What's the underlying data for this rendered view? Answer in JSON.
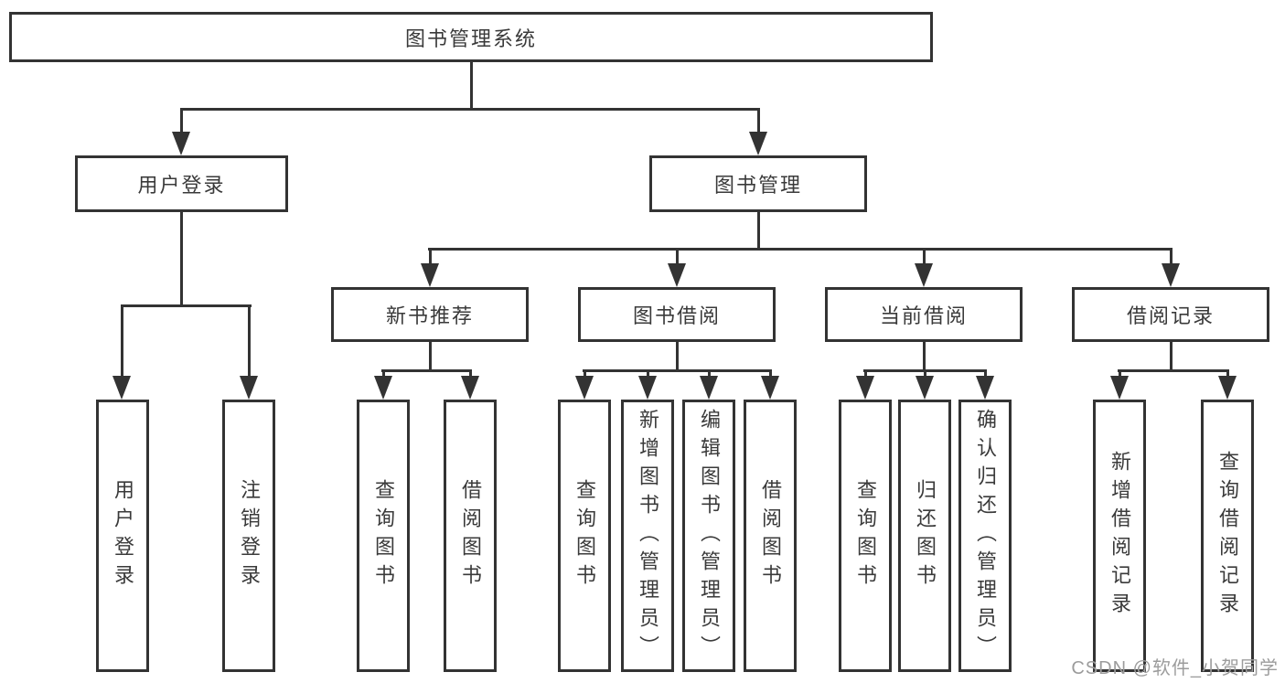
{
  "diagram": {
    "title": "图书管理系统",
    "branches": [
      {
        "label": "用户登录",
        "children": [
          {
            "label": "用户登录"
          },
          {
            "label": "注销登录"
          }
        ]
      },
      {
        "label": "图书管理",
        "children": [
          {
            "label": "新书推荐",
            "children": [
              {
                "label": "查询图书"
              },
              {
                "label": "借阅图书"
              }
            ]
          },
          {
            "label": "图书借阅",
            "children": [
              {
                "label": "查询图书"
              },
              {
                "label": "新增图书（管理员）"
              },
              {
                "label": "编辑图书（管理员）"
              },
              {
                "label": "借阅图书"
              }
            ]
          },
          {
            "label": "当前借阅",
            "children": [
              {
                "label": "查询图书"
              },
              {
                "label": "归还图书"
              },
              {
                "label": "确认归还（管理员）"
              }
            ]
          },
          {
            "label": "借阅记录",
            "children": [
              {
                "label": "新增借阅记录"
              },
              {
                "label": "查询借阅记录"
              }
            ]
          }
        ]
      }
    ]
  },
  "watermark": {
    "text": "CSDN @软件_小贺同学"
  },
  "colors": {
    "line": "#333333",
    "box_background": "#ffffff",
    "text": "#3a3a3a",
    "watermark": "#9c9c9c"
  }
}
